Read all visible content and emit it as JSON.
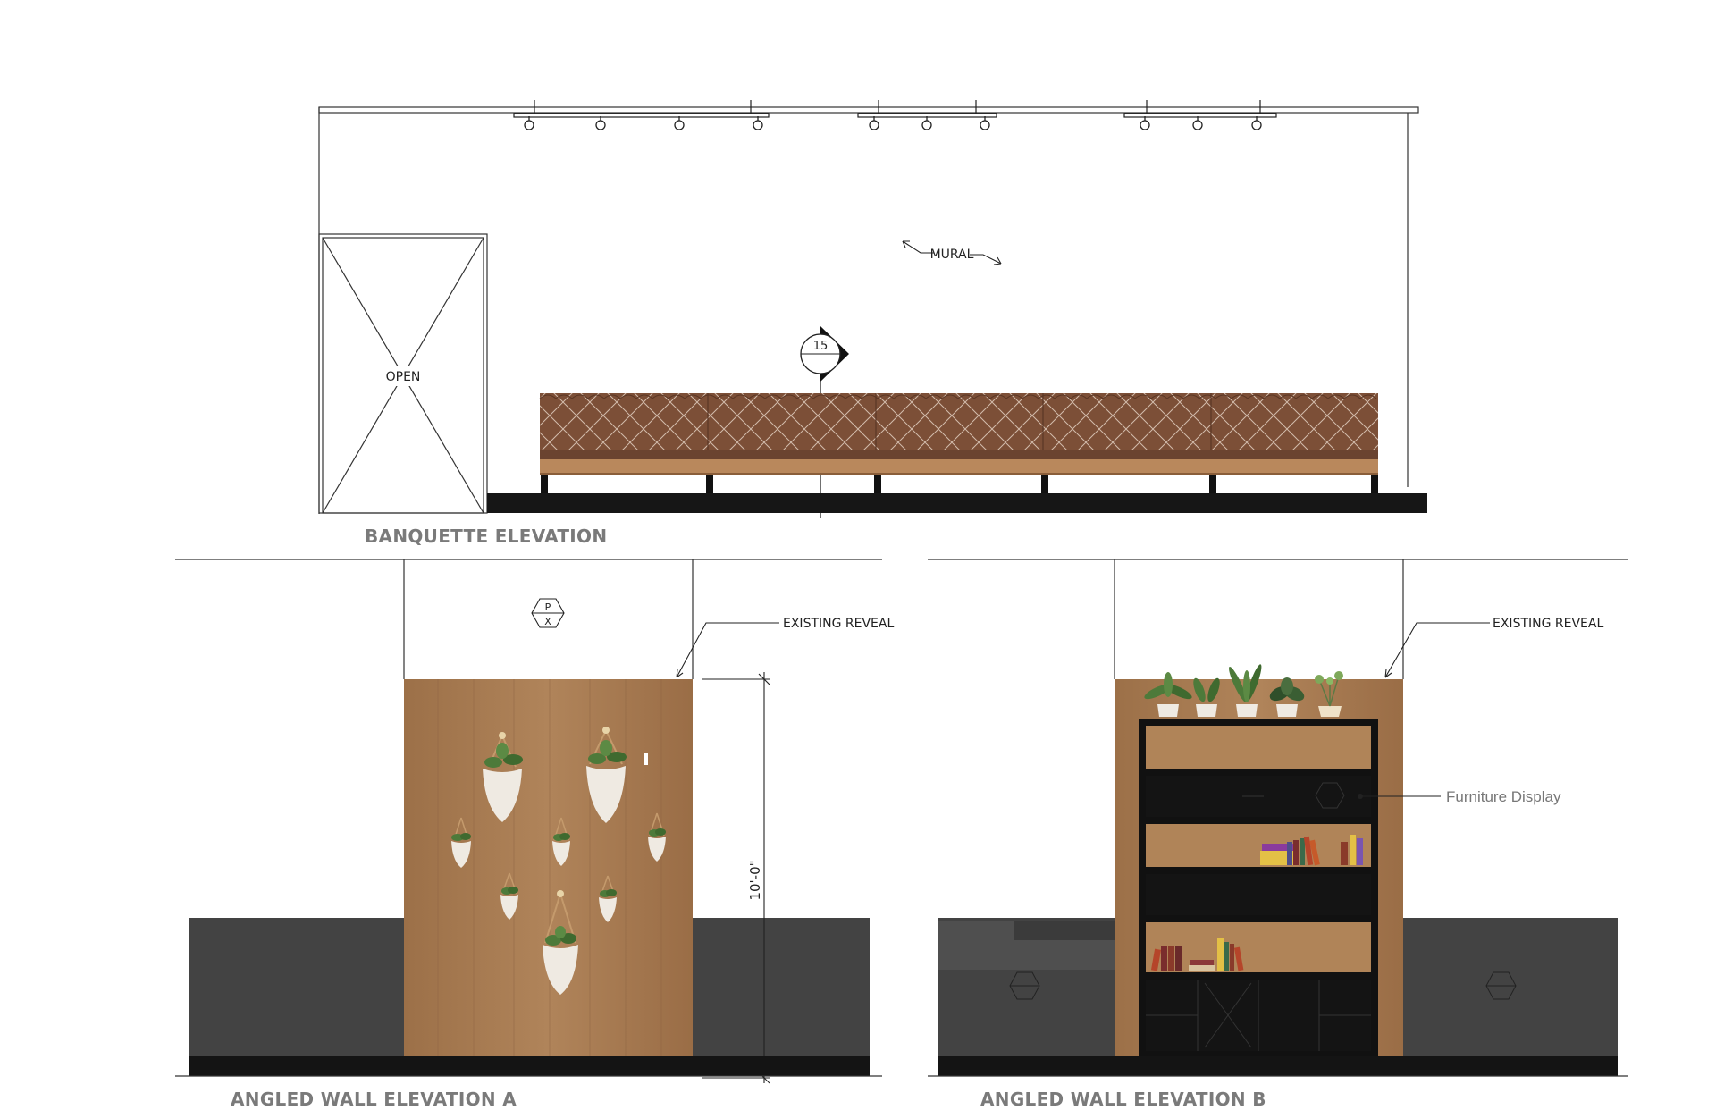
{
  "titles": {
    "banquette": "BANQUETTE ELEVATION",
    "wall_a": "ANGLED WALL ELEVATION A",
    "wall_b": "ANGLED WALL ELEVATION B"
  },
  "notes": {
    "mural": "MURAL",
    "open": "OPEN",
    "section_number": "15",
    "section_sheet": "–",
    "existing_reveal_a": "EXISTING REVEAL",
    "existing_reveal_b": "EXISTING REVEAL",
    "dimension": "10'-0\"",
    "furniture_display": "Furniture Display",
    "tag_p": "P",
    "tag_x": "X"
  },
  "colors": {
    "wood": "#a57a52",
    "wood_dark": "#8a5e3a",
    "leather": "#7a4f38",
    "dark_panel": "#434343",
    "black": "#141414",
    "title_gray": "#7a7a7a"
  }
}
